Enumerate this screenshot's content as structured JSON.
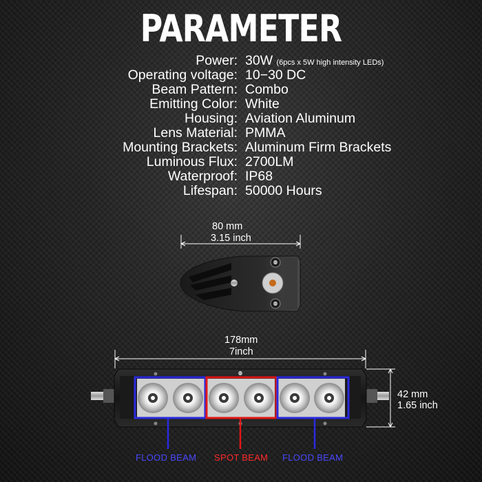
{
  "title": "PARAMETER",
  "parameters": [
    {
      "label": "Power:",
      "value": "30W",
      "note": "(6pcs x 5W high intensity LEDs)"
    },
    {
      "label": "Operating voltage:",
      "value": "10−30 DC"
    },
    {
      "label": "Beam Pattern:",
      "value": "Combo"
    },
    {
      "label": "Emitting Color:",
      "value": "White"
    },
    {
      "label": "Housing:",
      "value": "Aviation Aluminum"
    },
    {
      "label": "Lens Material:",
      "value": "PMMA"
    },
    {
      "label": "Mounting Brackets:",
      "value": "Aluminum Firm Brackets"
    },
    {
      "label": "Luminous Flux:",
      "value": "2700LM"
    },
    {
      "label": "Waterproof:",
      "value": "IP68"
    },
    {
      "label": "Lifespan:",
      "value": "50000 Hours"
    }
  ],
  "dimensions": {
    "depth_mm": "80 mm",
    "depth_inch": "3.15 inch",
    "length_mm": "178mm",
    "length_inch": "7inch",
    "height_mm": "42 mm",
    "height_inch": "1.65 inch"
  },
  "beams": {
    "flood_left": "FLOOD BEAM",
    "spot": "SPOT BEAM",
    "flood_right": "FLOOD BEAM"
  },
  "colors": {
    "flood": "#2a2ae0",
    "spot": "#e01818",
    "flood_text": "#4848ff",
    "spot_text": "#ff2a2a"
  }
}
